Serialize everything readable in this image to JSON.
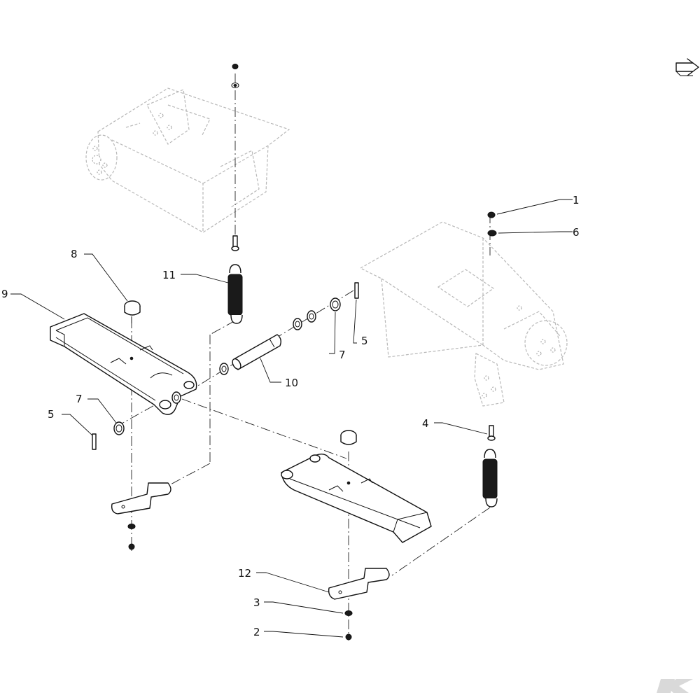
{
  "callouts": [
    {
      "id": "c1",
      "label": "1"
    },
    {
      "id": "c6",
      "label": "6"
    },
    {
      "id": "c8",
      "label": "8"
    },
    {
      "id": "c11",
      "label": "11"
    },
    {
      "id": "c9",
      "label": "9"
    },
    {
      "id": "c5a",
      "label": "5"
    },
    {
      "id": "c7a",
      "label": "7"
    },
    {
      "id": "c10",
      "label": "10"
    },
    {
      "id": "c7b",
      "label": "7"
    },
    {
      "id": "c5b",
      "label": "5"
    },
    {
      "id": "c4",
      "label": "4"
    },
    {
      "id": "c12",
      "label": "12"
    },
    {
      "id": "c3",
      "label": "3"
    },
    {
      "id": "c2",
      "label": "2"
    }
  ],
  "icons": {
    "direction_arrow": "direction-arrow-icon",
    "brand_logo": "brand-logo-icon"
  },
  "colors": {
    "line": "#111111",
    "ghost": "#b8b8b8",
    "background": "#ffffff"
  }
}
